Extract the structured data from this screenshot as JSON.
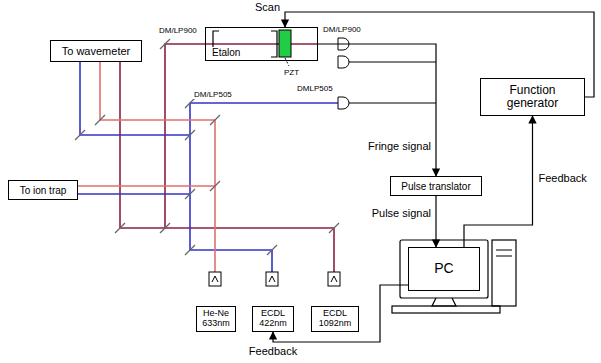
{
  "diagram": {
    "nodes": [
      {
        "text": [
          "To wavemeter"
        ]
      },
      {
        "text": [
          "Etalon"
        ]
      },
      {
        "text": [
          "Function generator"
        ]
      },
      {
        "text": [
          "To ion trap"
        ]
      },
      {
        "text": [
          "Pulse translator"
        ]
      },
      {
        "text": [
          "PC"
        ]
      },
      {
        "text": [
          "He-Ne 633nm"
        ]
      },
      {
        "text": [
          "ECDL 422nm"
        ]
      },
      {
        "text": [
          "ECDL 1092nm"
        ]
      }
    ],
    "edges": [
      {
        "from": 2,
        "to": 1,
        "arrow": "to",
        "label": "Scan"
      },
      {
        "from": 1,
        "to": 4,
        "arrow": "to",
        "label": "Fringe signal"
      },
      {
        "from": 4,
        "to": 5,
        "arrow": "to",
        "label": "Pulse signal"
      },
      {
        "from": 5,
        "to": 2,
        "arrow": "to",
        "label": "Feedback"
      },
      {
        "from": 5,
        "to": 7,
        "arrow": "to",
        "label": "Feedback"
      }
    ],
    "labels": [
      "DM/LP900",
      "DM/LP900",
      "DMLP505",
      "DM/LP505",
      "PZT"
    ]
  }
}
